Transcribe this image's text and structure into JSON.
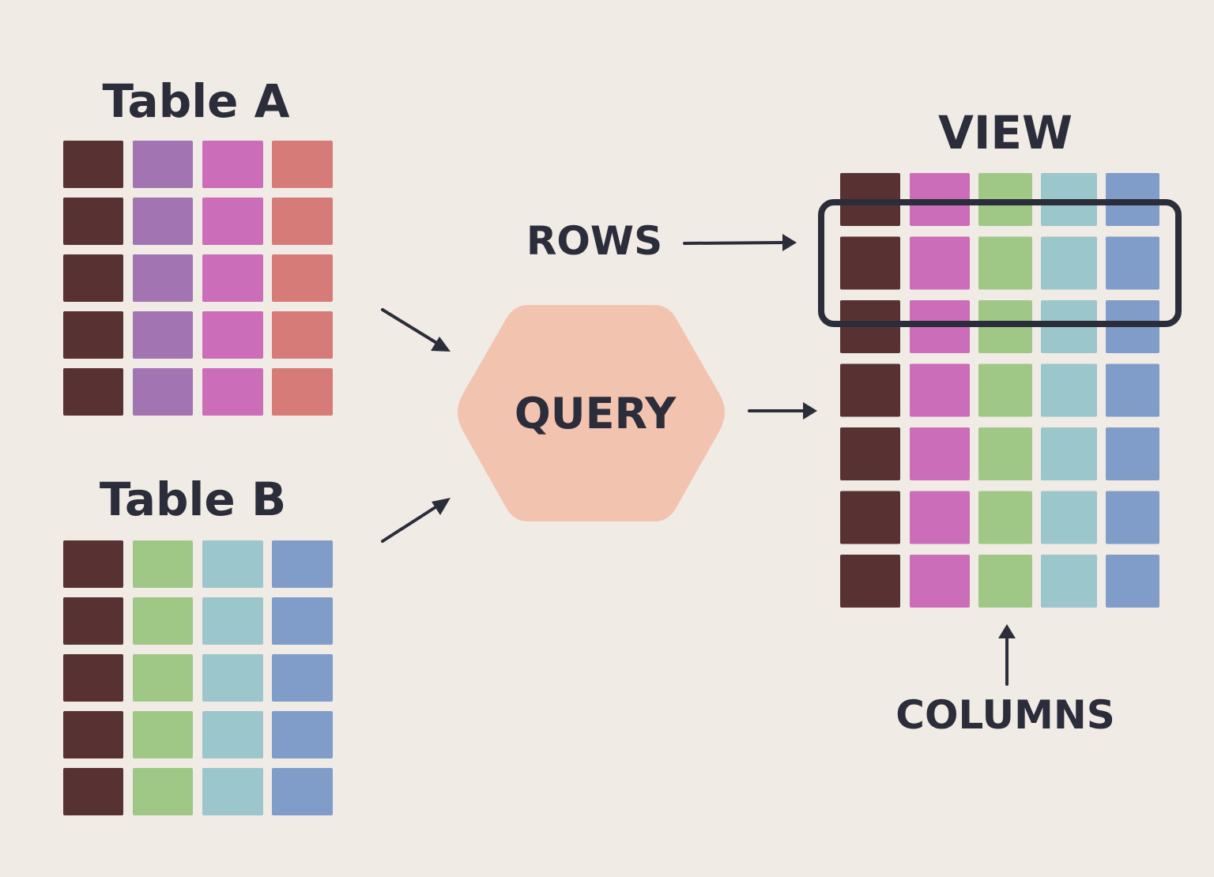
{
  "labels": {
    "table_a": "Table A",
    "table_b": "Table B",
    "query": "QUERY",
    "view": "VIEW",
    "rows": "ROWS",
    "columns": "COLUMNS"
  },
  "colors": {
    "background": "#f1ebe6",
    "text": "#2c2d3a",
    "key_column": "#583232",
    "purple": "#a374b2",
    "magenta": "#cb6db9",
    "salmon": "#d77b79",
    "green": "#9fc886",
    "teal": "#9bc6cc",
    "blue": "#809dca",
    "query_shape": "#f2c4b0"
  },
  "tables": {
    "table_a": {
      "row_count": 5,
      "column_colors": [
        "#583232",
        "#a374b2",
        "#cb6db9",
        "#d77b79"
      ]
    },
    "table_b": {
      "row_count": 5,
      "column_colors": [
        "#583232",
        "#9fc886",
        "#9bc6cc",
        "#809dca"
      ]
    },
    "view": {
      "row_count": 7,
      "column_colors": [
        "#583232",
        "#cb6db9",
        "#9fc886",
        "#9bc6cc",
        "#809dca"
      ],
      "highlighted_row_index": 1
    }
  }
}
